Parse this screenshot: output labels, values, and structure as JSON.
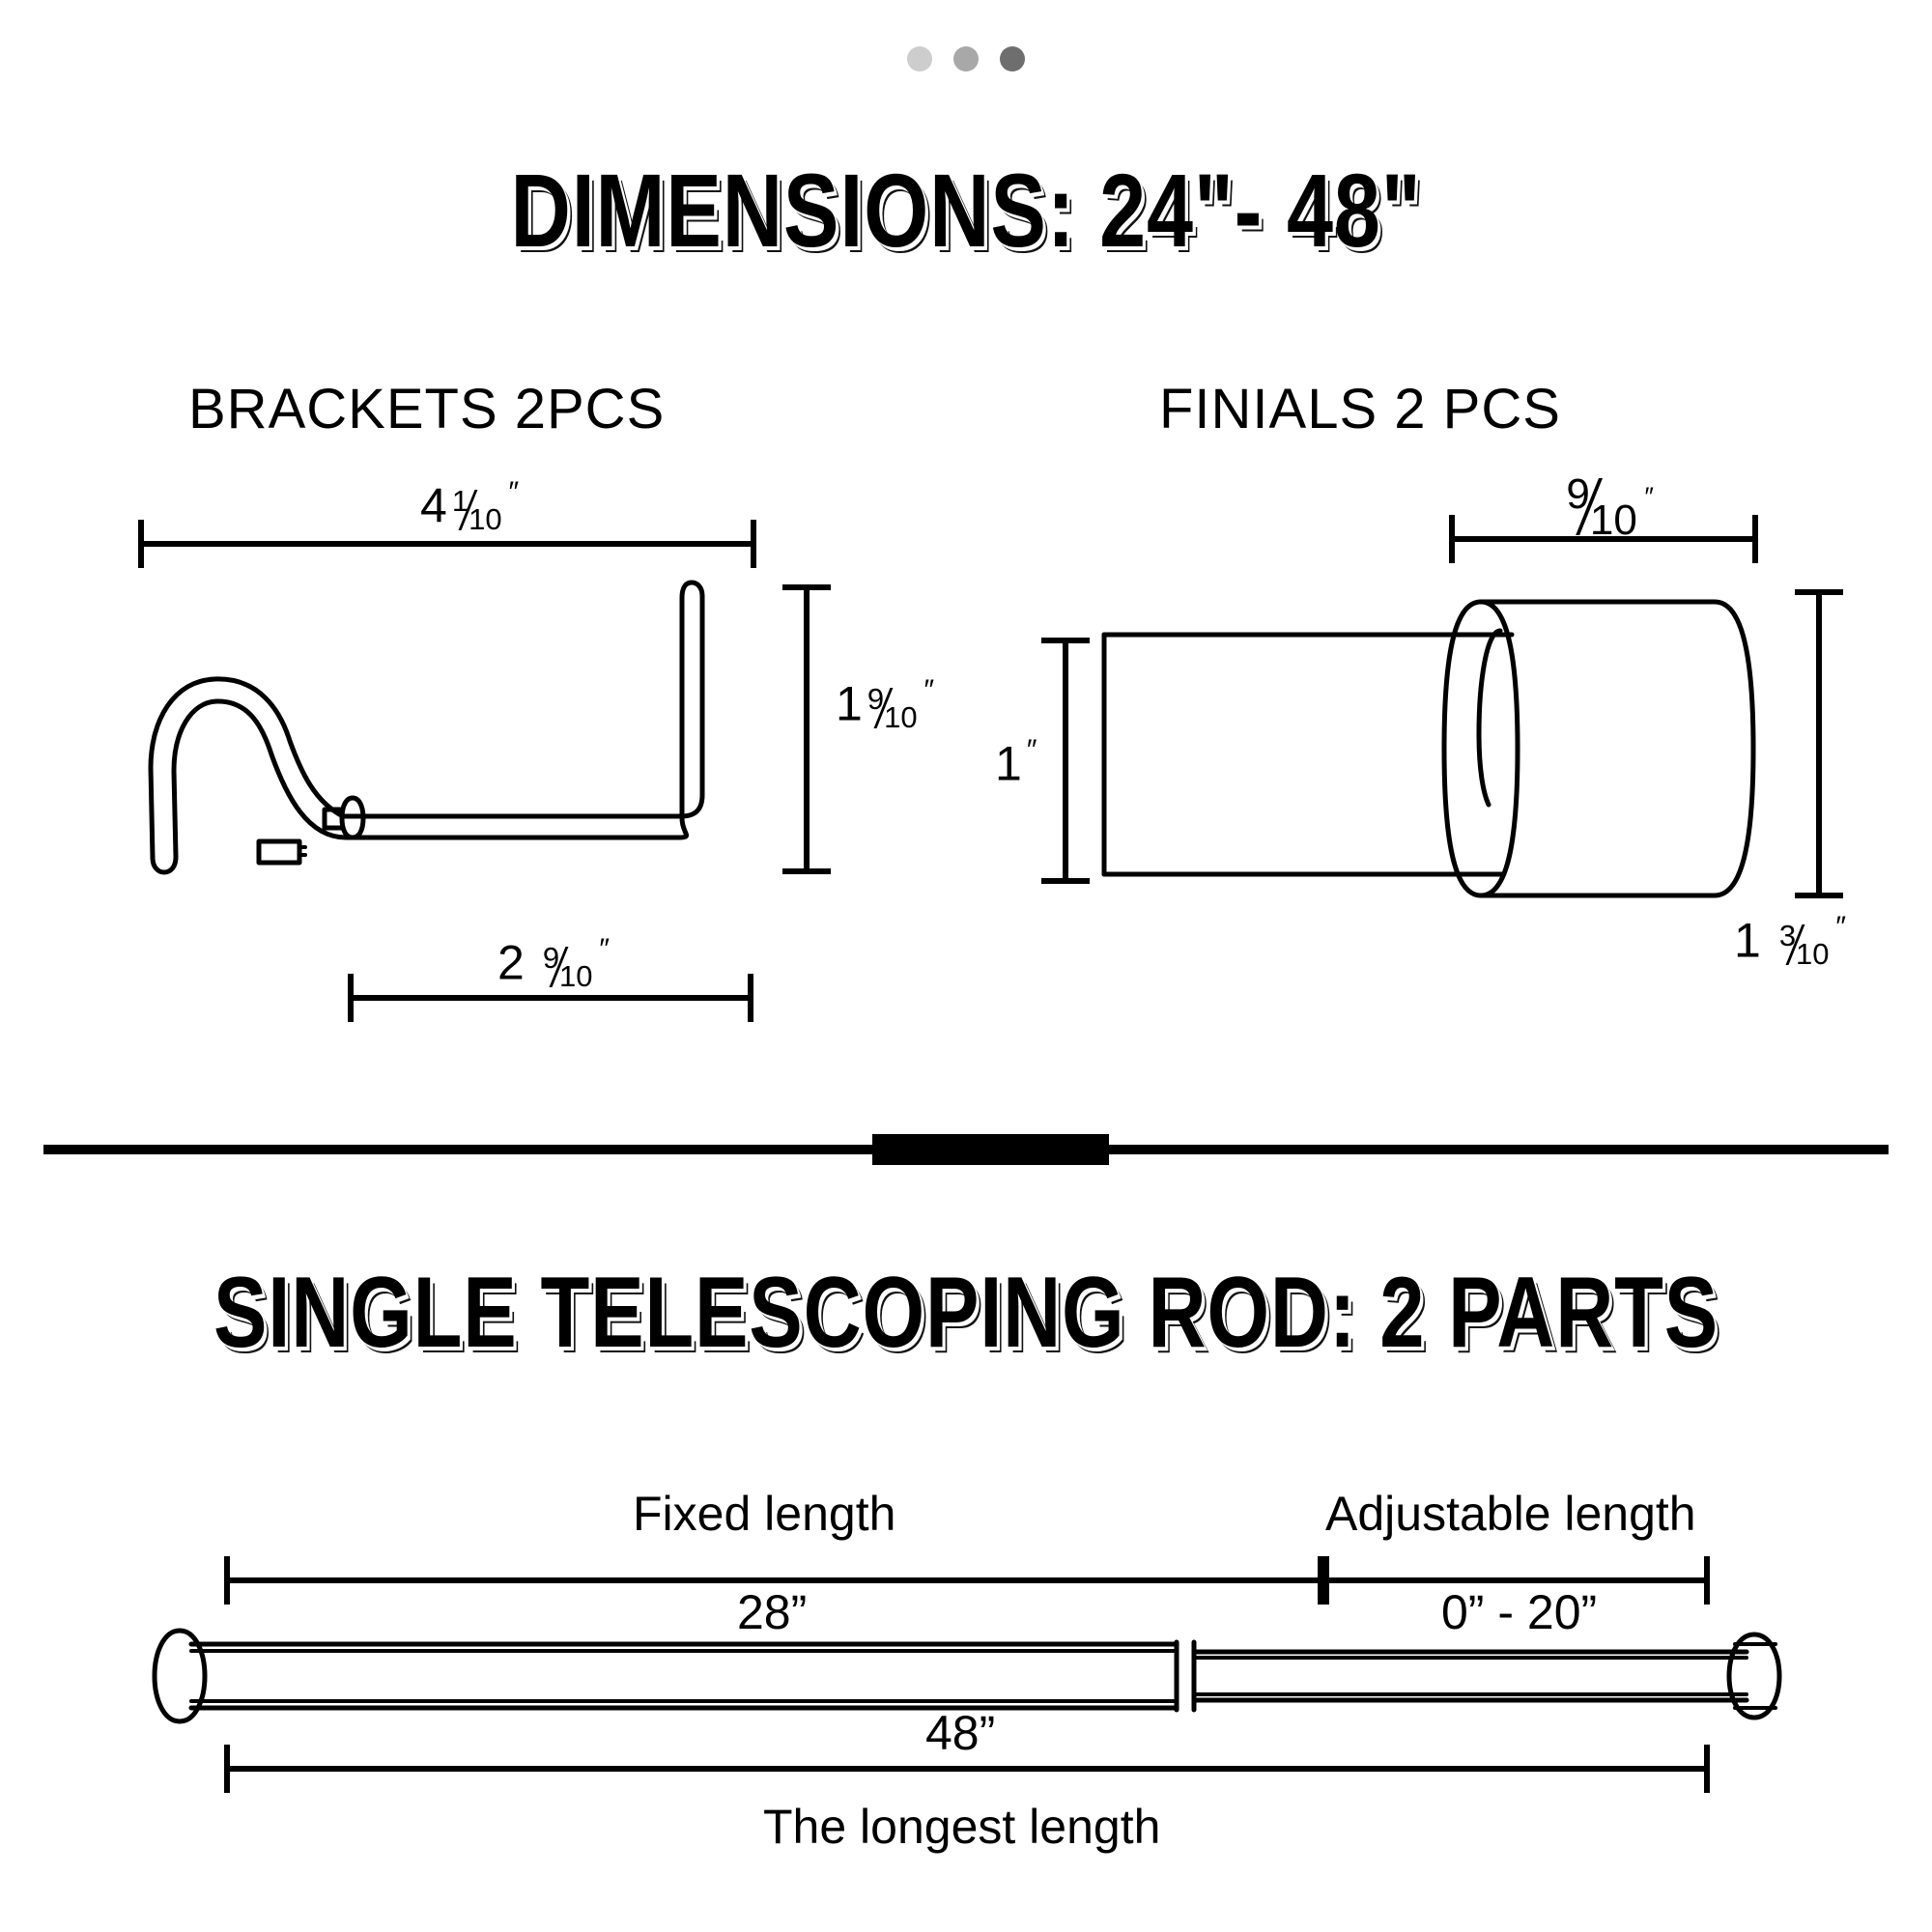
{
  "carousel": {
    "dots": [
      {
        "name": "dot-1",
        "color": "#cdcdcd"
      },
      {
        "name": "dot-2",
        "color": "#a8a8a8"
      },
      {
        "name": "dot-3",
        "color": "#6e6e6e"
      }
    ],
    "active_index": 2
  },
  "title": {
    "main": "DIMENSIONS: 24\"- 48\"",
    "rod_section": "SINGLE TELESCOPING ROD: 2 PARTS"
  },
  "brackets": {
    "heading": "BRACKETS 2PCS",
    "width_label": {
      "whole": "4",
      "numerator": "1",
      "denominator": "10",
      "unit": "″",
      "full": "4 1/10\""
    },
    "height_label": {
      "whole": "1",
      "numerator": "9",
      "denominator": "10",
      "unit": "″",
      "full": "1 9/10\""
    },
    "depth_label": {
      "whole": "2",
      "numerator": "9",
      "denominator": "10",
      "unit": "″",
      "full": "2 9/10\""
    }
  },
  "finials": {
    "heading": "FINIALS 2 PCS",
    "cap_width_label": {
      "whole": "",
      "numerator": "9",
      "denominator": "10",
      "unit": "″",
      "full": "9/10\""
    },
    "shaft_height_label": {
      "whole": "1",
      "numerator": "",
      "denominator": "",
      "unit": "″",
      "full": "1\""
    },
    "cap_height_label": {
      "whole": "1",
      "numerator": "3",
      "denominator": "10",
      "unit": "″",
      "full": "1 3/10\""
    }
  },
  "rod": {
    "fixed_label": "Fixed length",
    "adjustable_label": "Adjustable length",
    "fixed_value": "28”",
    "adjustable_value": "0” - 20”",
    "total_value": "48”",
    "total_caption": "The longest length"
  },
  "colors": {
    "ink": "#000000",
    "background": "#ffffff",
    "dot_inactive": "#cdcdcd",
    "dot_active": "#6e6e6e"
  }
}
